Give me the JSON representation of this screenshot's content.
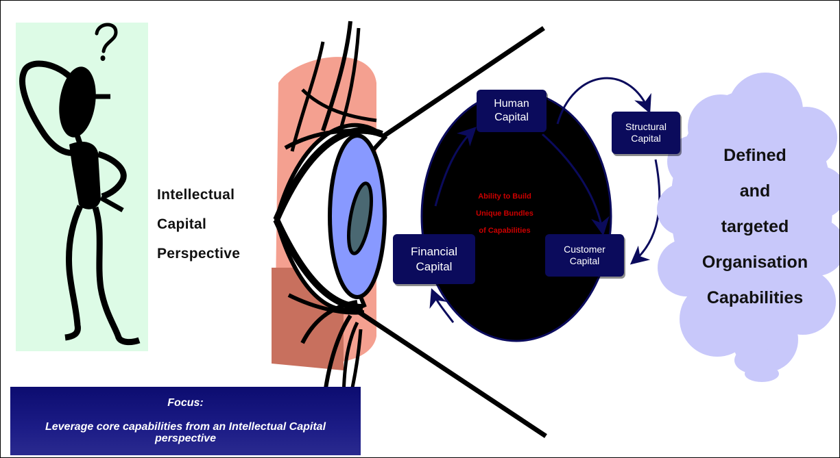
{
  "perspective_label": {
    "lines": [
      "Intellectual",
      "Capital",
      "Perspective"
    ]
  },
  "capital_boxes": {
    "human": [
      "Human",
      "Capital"
    ],
    "financial": [
      "Financial",
      "Capital"
    ],
    "customer": [
      "Customer",
      "Capital"
    ],
    "structural": [
      "Structural",
      "Capital"
    ]
  },
  "center_text": [
    "Ability to Build",
    "Unique Bundles",
    "of Capabilities"
  ],
  "outcome": [
    "Defined",
    "and",
    "targeted",
    "Organisation",
    "Capabilities"
  ],
  "focus": {
    "title": "Focus:",
    "body": "Leverage core capabilities from an Intellectual Capital perspective"
  },
  "colors": {
    "figure_panel": "#ddfbe6",
    "box_fill": "#0b0b5c",
    "center_text": "#cc0000",
    "cloud": "#c8c8fa",
    "iris": "#8899ff",
    "pupil": "#4a6872",
    "skin": "#f4a090"
  },
  "icons": [
    "question-mark-icon",
    "thinking-man-icon",
    "eye-icon",
    "cloud-shape"
  ]
}
